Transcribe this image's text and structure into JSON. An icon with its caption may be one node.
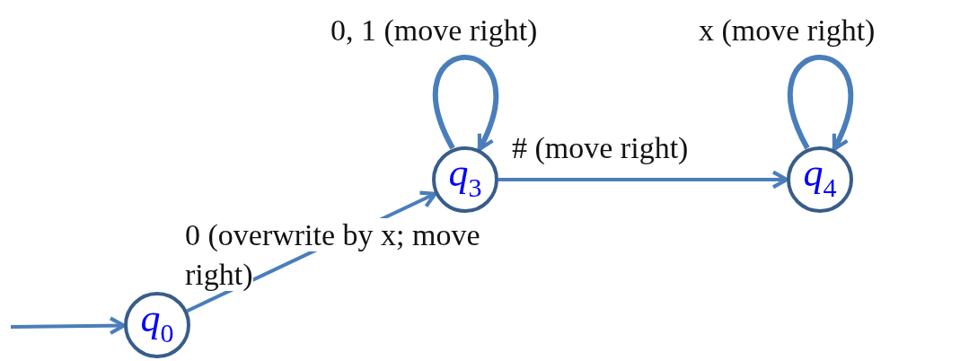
{
  "diagram": {
    "nodes": [
      {
        "text": [
          "q$_{0}$"
        ]
      },
      {
        "text": [
          "q$_{3}$"
        ]
      },
      {
        "text": [
          "q$_{4}$"
        ]
      }
    ],
    "edges": [
      {
        "from": null,
        "to": 0,
        "arrow": "to"
      },
      {
        "from": 0,
        "to": 1,
        "arrow": "to",
        "label": "0 (overwrite by x; move right)"
      },
      {
        "from": 1,
        "to": 1,
        "arrow": "to",
        "label": "0, 1 (move right)"
      },
      {
        "from": 1,
        "to": 2,
        "arrow": "to",
        "label": "# (move right)"
      },
      {
        "from": 2,
        "to": 2,
        "arrow": "to",
        "label": "x (move right)"
      }
    ]
  }
}
